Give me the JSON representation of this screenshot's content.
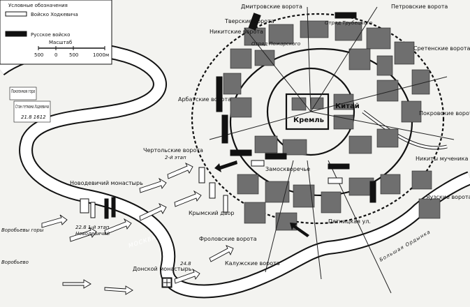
{
  "legend": {
    "title": "Условные обозначения",
    "polish_label": "Войско Ходкевича",
    "russian_label": "Русское войско",
    "scale_title": "Масштаб",
    "scale_ticks": [
      "500",
      "0",
      "500",
      "1000м"
    ]
  },
  "labels": {
    "poklonnaya": "Поклонная гора",
    "khodkevich_camp": "Стан гетмана Ходкевича",
    "khodkevich_date": "21.8 1612",
    "dmitrovskie": "Дмитровские ворота",
    "tverskie": "Тверские ворота",
    "petrovskie": "Петровские ворота",
    "nikitskie": "Никитские ворота",
    "pozharsky_detachment": "Отряд Пожарского",
    "trubetskoy_detachment": "Отряд Трубецкого",
    "sretenskie": "Сретенские ворота",
    "arbatskie": "Арбатские ворота",
    "kitay": "Китай",
    "kreml": "Кремль",
    "pokrovskie": "Покровские ворота",
    "chertolskie": "Чертольские ворота",
    "chertolskie_stage": "2-й этап",
    "novodevichy": "Новодевичий монастырь",
    "stage1": "22.8 1-й этап",
    "novodevichy_small": "Новодевичий",
    "krymsky_dvor": "Крымский двор",
    "frolovskie": "Фроловские ворота",
    "zamoskvorechye": "Замоскворечье",
    "pyatnitskaya": "Пятницкая ул.",
    "nikita_muchenik": "Никиты мученика",
    "yauzskie": "Яузские ворота",
    "kaluzhskie": "Калужские ворота",
    "moskva_river": "МОСКВА",
    "vorobyovy_gory": "Воробьевы горы",
    "vorobyovo": "Воробьево",
    "donskoy": "Донской монастырь",
    "donskoy_date": "24.8",
    "bolshaya_ordynka": "Большая Ордынка"
  },
  "colors": {
    "polish_army": "#ffffff",
    "russian_army": "#111111",
    "river": "#ffffff",
    "blocks": "#6f6f6f"
  }
}
